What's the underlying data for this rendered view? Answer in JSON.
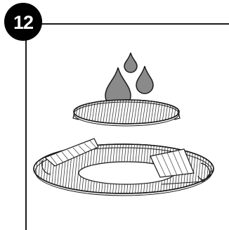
{
  "step": {
    "number": "12"
  },
  "colors": {
    "badge_fill": "#000000",
    "badge_text": "#ffffff",
    "line": "#1a1a1a",
    "drop_fill": "#8a8a8a",
    "drop_stroke": "#1a1a1a",
    "background": "#ffffff"
  },
  "illustration": {
    "items": [
      "water-drops",
      "small-grill-grate",
      "large-grill-grate-with-hinged-center"
    ]
  }
}
